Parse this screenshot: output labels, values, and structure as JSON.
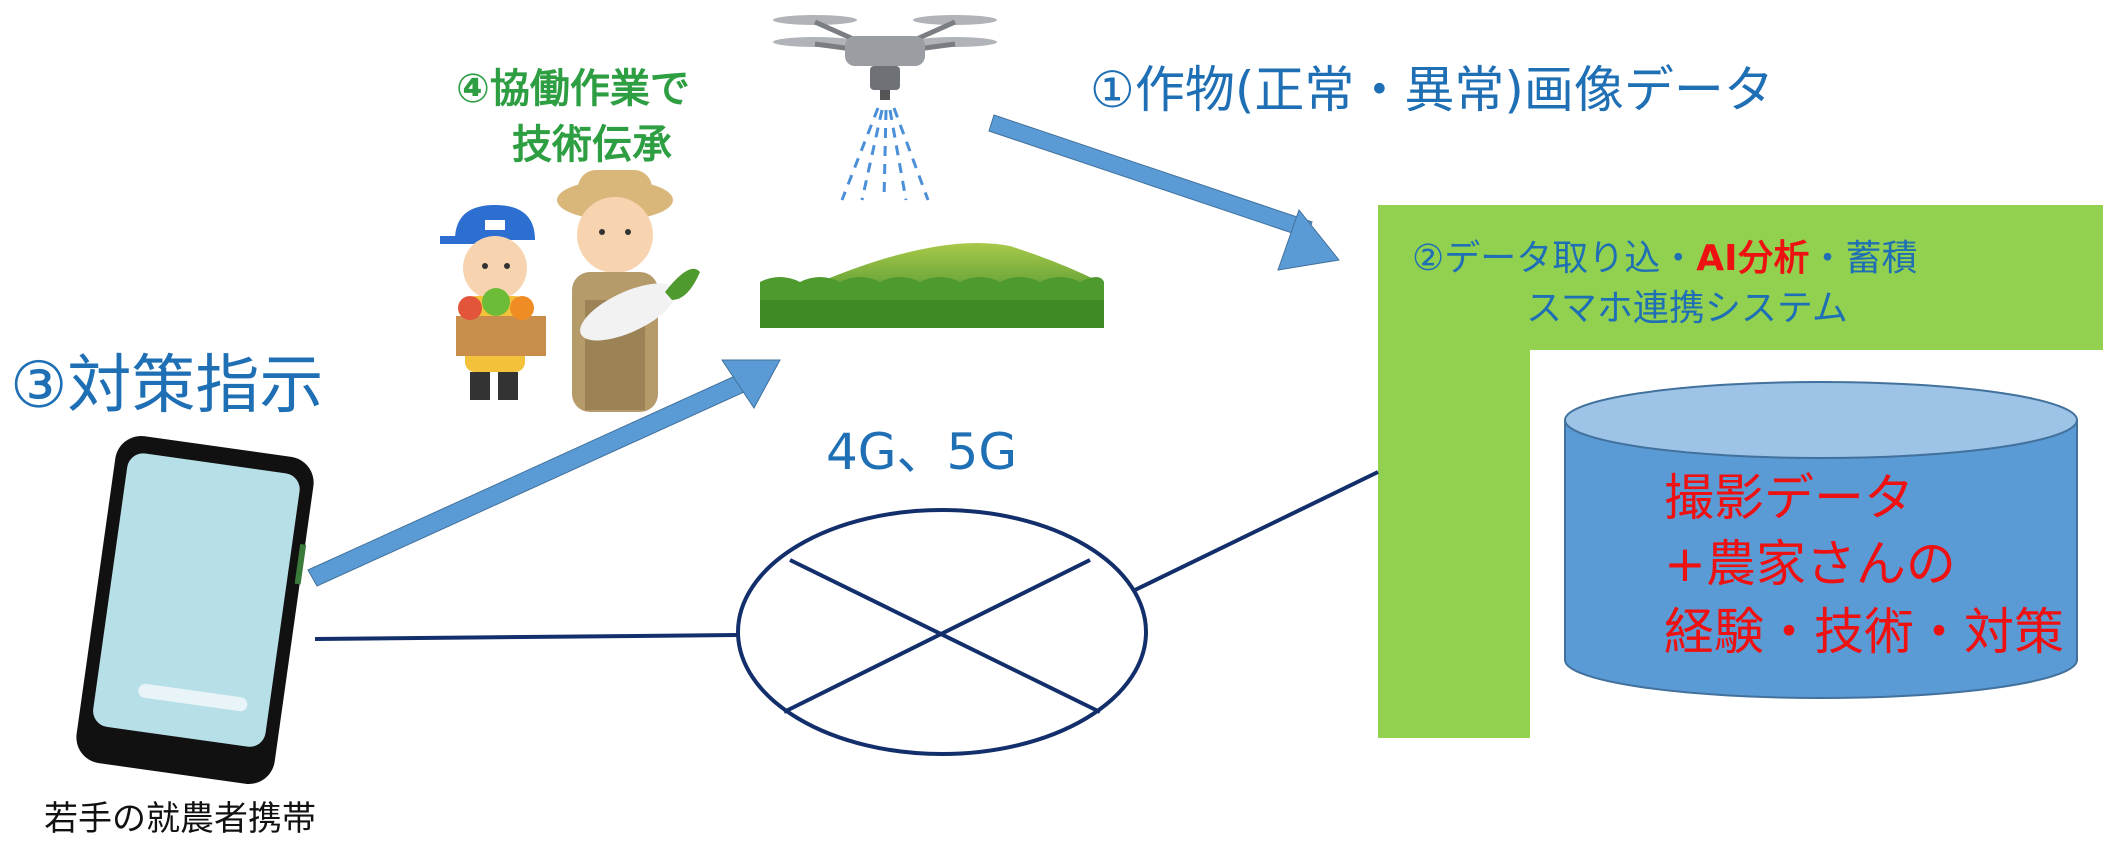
{
  "labels": {
    "step1": "①作物(正常・異常)画像データ",
    "step2_prefix": "②データ取り込・",
    "step2_ai": "AI分析",
    "step2_suffix": "・蓄積",
    "step2_line2": "スマホ連携システム",
    "step3": "③対策指示",
    "step4_line1": "④協働作業で",
    "step4_line2": "技術伝承",
    "network": "4G、5G",
    "db_line1": "撮影データ",
    "db_line2": "+農家さんの",
    "db_line3": "経験・技術・対策",
    "phone_caption": "若手の就農者携帯"
  },
  "icons": {
    "drone": "drone-icon",
    "field": "crop-field-icon",
    "farmers": "farmers-icon",
    "phone": "smartphone-icon",
    "network": "network-icon",
    "database": "database-icon"
  },
  "colors": {
    "arrow": "#5b9bd5",
    "system_frame": "#92d050",
    "database": "#5b9bd5",
    "network_line": "#132f6b"
  }
}
